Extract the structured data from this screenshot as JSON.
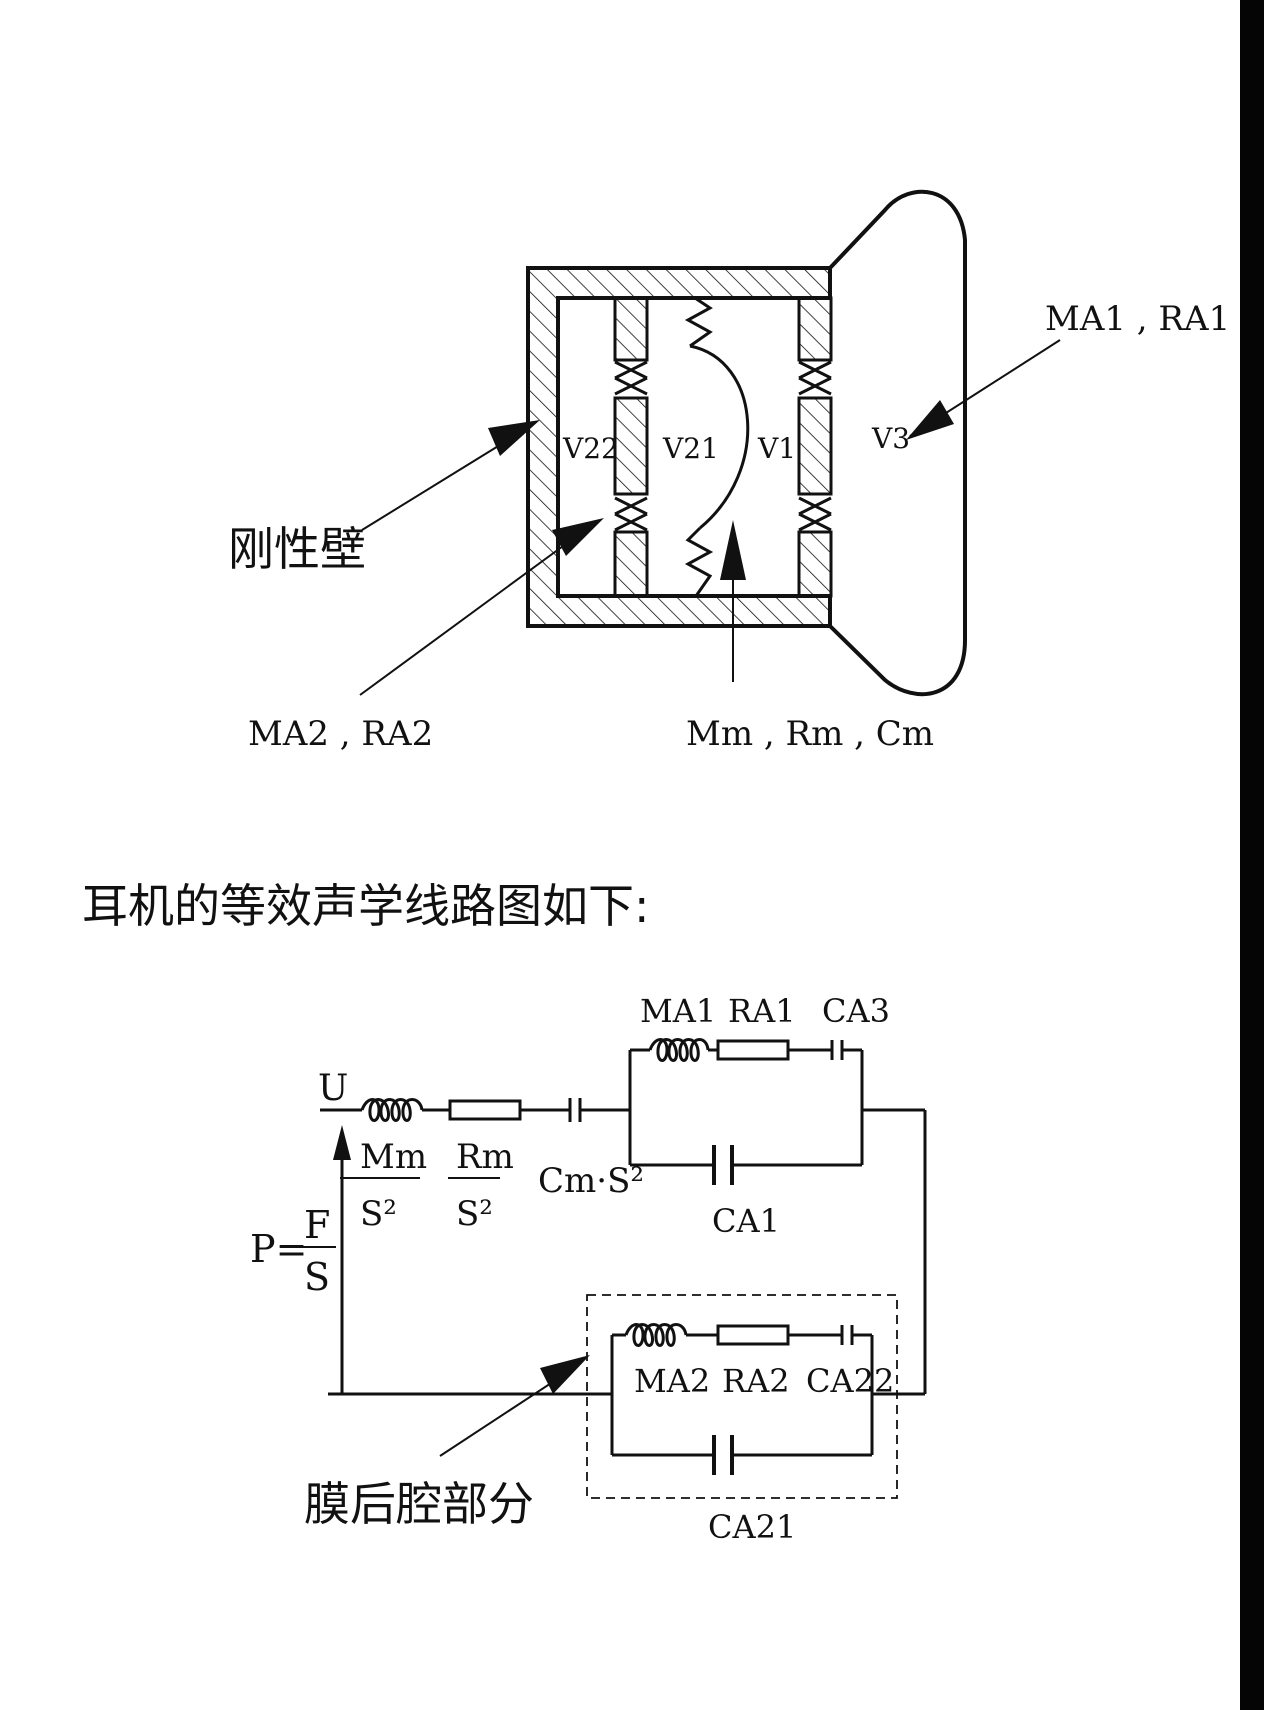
{
  "structure": {
    "wall_label": "刚性壁",
    "volumes": {
      "v22": "V22",
      "v21": "V21",
      "v1": "V1",
      "v3": "V3"
    },
    "ma1_ra1": "MA1 , RA1",
    "ma2_ra2": "MA2 , RA2",
    "mm_rm_cm": "Mm , Rm , Cm"
  },
  "circuit_title": "耳机的等效声学线路图如下:",
  "circuit": {
    "u": "U",
    "p_eq": "P=",
    "f": "F",
    "s": "S",
    "mm": "Mm",
    "mm_den": "S²",
    "rm": "Rm",
    "rm_den": "S²",
    "cm": "Cm·S²",
    "ma1": "MA1",
    "ra1": "RA1",
    "ca3": "CA3",
    "ca1": "CA1",
    "ma2": "MA2",
    "ra2": "RA2",
    "ca22": "CA22",
    "ca21": "CA21",
    "back_cavity": "膜后腔部分"
  },
  "colors": {
    "ink": "#111111",
    "page": "#ffffff",
    "edge": "#050505"
  }
}
